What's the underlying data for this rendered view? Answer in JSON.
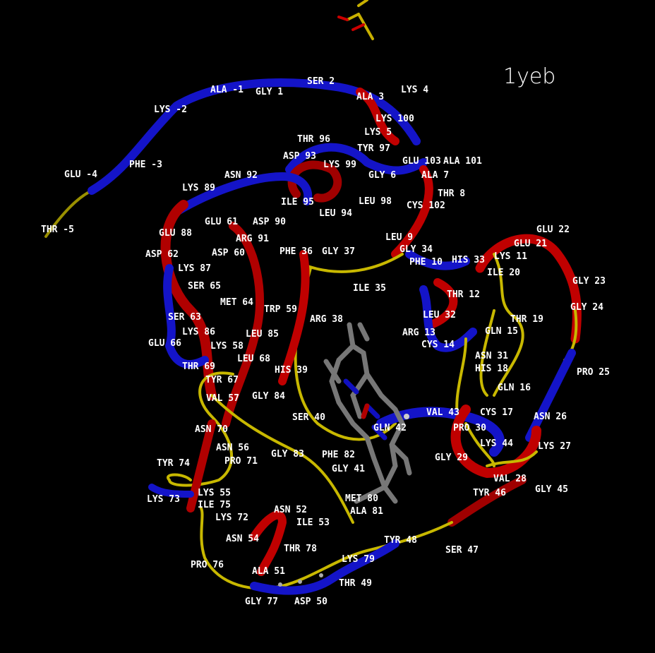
{
  "title": "1yeb",
  "colors": {
    "background": "#000000",
    "helix": "#cc0000",
    "strand": "#1414d8",
    "coil": "#b8a800",
    "heme": "#777777"
  },
  "labels": [
    "ALA -1",
    "GLY 1",
    "SER 2",
    "ALA 3",
    "LYS 4",
    "LYS -2",
    "LYS 100",
    "LYS 5",
    "THR 96",
    "TYR 97",
    "ASP 93",
    "GLU 103",
    "ALA 101",
    "GLU -4",
    "PHE -3",
    "LYS 99",
    "GLY 6",
    "ALA 7",
    "ASN 92",
    "LYS 89",
    "THR 8",
    "ILE 95",
    "LEU 94",
    "LEU 98",
    "CYS 102",
    "GLU 61",
    "ASP 90",
    "THR -5",
    "GLU 88",
    "ARG 91",
    "LEU 9",
    "GLU 21",
    "GLU 22",
    "PHE 36",
    "GLY 37",
    "GLY 34",
    "ASP 62",
    "ASP 60",
    "PHE 10",
    "HIS 33",
    "LYS 11",
    "ILE 20",
    "LYS 87",
    "ILE 35",
    "SER 65",
    "GLY 23",
    "THR 12",
    "MET 64",
    "TRP 59",
    "GLY 24",
    "ARG 38",
    "SER 63",
    "LEU 32",
    "THR 19",
    "LYS 86",
    "LEU 85",
    "LYS 58",
    "ARG 13",
    "GLN 15",
    "CYS 14",
    "GLU 66",
    "LEU 68",
    "ASN 31",
    "THR 69",
    "HIS 39",
    "HIS 18",
    "TYR 67",
    "PRO 25",
    "GLN 16",
    "VAL 57",
    "GLY 84",
    "VAL 43",
    "CYS 17",
    "PRO 30",
    "ASN 26",
    "SER 40",
    "GLN 42",
    "ASN 70",
    "LYS 44",
    "GLY 29",
    "LYS 27",
    "ASN 56",
    "PRO 71",
    "GLY 83",
    "PHE 82",
    "GLY 41",
    "TYR 74",
    "VAL 28",
    "GLY 45",
    "TYR 46",
    "LYS 55",
    "LYS 73",
    "ILE 75",
    "MET 80",
    "LYS 72",
    "ASN 52",
    "ALA 81",
    "ILE 53",
    "ASN 54",
    "TYR 48",
    "THR 78",
    "SER 47",
    "LYS 79",
    "PRO 76",
    "ALA 51",
    "THR 49",
    "GLY 77",
    "ASP 50"
  ]
}
